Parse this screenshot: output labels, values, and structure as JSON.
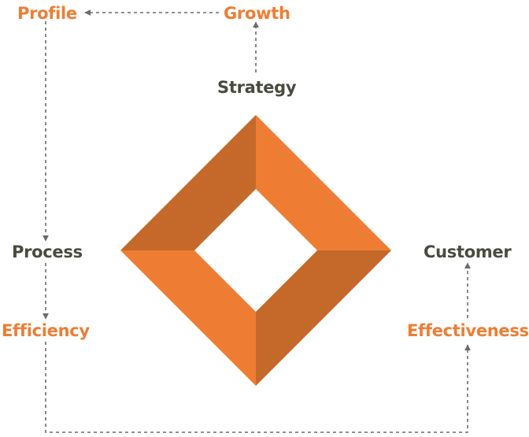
{
  "labels": {
    "profile": "Profile",
    "growth": "Growth",
    "strategy": "Strategy",
    "process": "Process",
    "customer": "Customer",
    "efficiency": "Efficiency",
    "effectiveness": "Effectiveness"
  },
  "colors": {
    "accent": "#ee7d33",
    "accent_dark": "#c4692a",
    "text_dark": "#4a4a40",
    "connector": "#6b6b6b"
  }
}
